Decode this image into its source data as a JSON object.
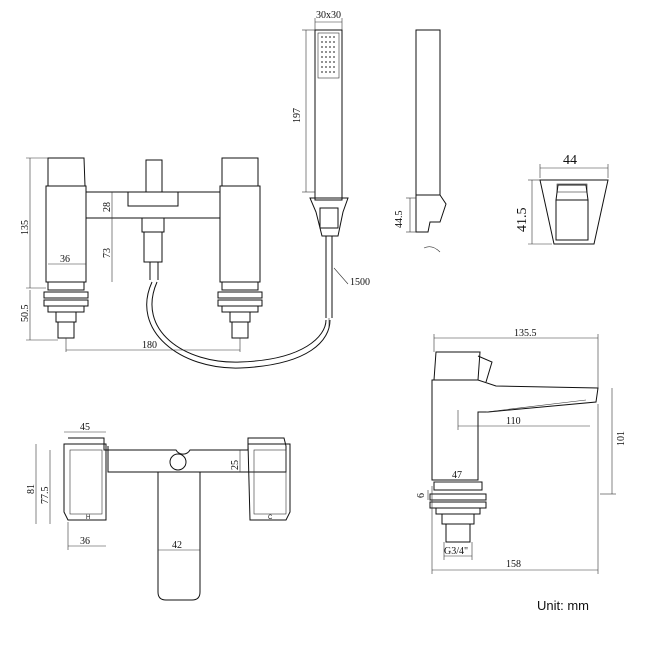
{
  "unit_label": "Unit: mm",
  "handset": {
    "head": "30x30",
    "length": "197",
    "hose": "1500"
  },
  "holder": {
    "height": "44.5"
  },
  "holder_top": {
    "width": "44",
    "height": "41.5"
  },
  "front": {
    "height": "135",
    "body": "28",
    "base": "73",
    "width": "36",
    "nut": "50.5",
    "centres": "180"
  },
  "plan": {
    "width": "45",
    "depth_outer": "81",
    "depth_inner": "77.5",
    "lever_width": "36",
    "spout_width": "42",
    "offset": "25",
    "hot": "H",
    "cold": "C"
  },
  "side": {
    "length": "135.5",
    "reach": "110",
    "height": "101",
    "body": "47",
    "deck": "6",
    "thread": "G3/4\"",
    "overall": "158"
  }
}
